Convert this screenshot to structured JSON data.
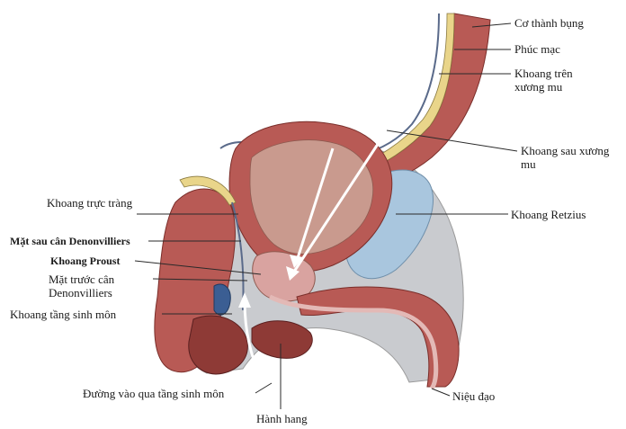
{
  "labels": {
    "abdominal_wall": "Cơ thành bụng",
    "peritoneum": "Phúc mạc",
    "suprapubic_space": "Khoang trên xương mu",
    "retropubic_space": "Khoang sau xương mu",
    "retzius_space": "Khoang Retzius",
    "rectal_space": "Khoang trực tràng",
    "posterior_denonvilliers": "Mặt sau cân Denonvilliers",
    "proust_space": "Khoang Proust",
    "anterior_denonvilliers": "Mặt trước cân Denonvilliers",
    "perineal_space": "Khoang tầng sinh môn",
    "perineal_approach": "Đường vào qua tầng sinh môn",
    "urethra": "Niệu đạo",
    "bulb_cavernosum": "Hành hang"
  },
  "colors": {
    "muscle": "#b85a55",
    "muscle_dark": "#8e3a36",
    "fat": "#e9d58a",
    "retzius": "#a9c6de",
    "tissue_pink": "#d9a3a0",
    "bladder_inner": "#c99a8e",
    "fascia_gray": "#c9cbcf",
    "leader_line": "#2a2a2a",
    "arrow": "#ffffff"
  }
}
